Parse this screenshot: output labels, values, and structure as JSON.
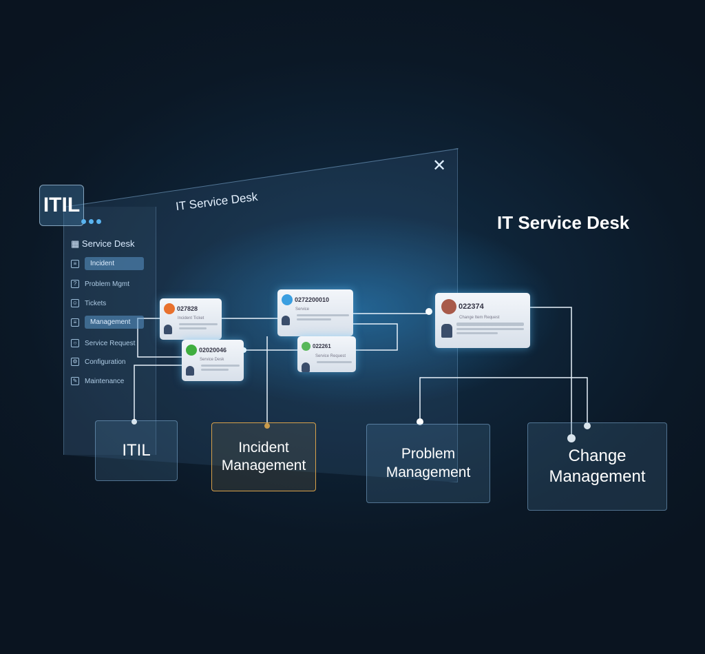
{
  "badge": "ITIL",
  "window": {
    "title": "IT Service Desk",
    "close_icon": "close-icon"
  },
  "heading": "IT Service Desk",
  "sidebar": {
    "header": "Service Desk",
    "items": [
      {
        "label": "Incident",
        "active": true
      },
      {
        "label": "Problem Mgmt",
        "active": false
      },
      {
        "label": "Tickets",
        "active": false
      },
      {
        "label": "Management",
        "active": true
      },
      {
        "label": "Service Request",
        "active": false
      },
      {
        "label": "Configuration",
        "active": false
      },
      {
        "label": "Maintenance",
        "active": false
      }
    ]
  },
  "cards": [
    {
      "id": "027828",
      "subtitle": "Incident Ticket",
      "color": "#e8712e"
    },
    {
      "id": "02020046",
      "subtitle": "Service Desk",
      "color": "#3fae3f"
    },
    {
      "id": "0272200010",
      "subtitle": "Service",
      "color": "#3a9ee0"
    },
    {
      "id": "022261",
      "subtitle": "Service Request",
      "color": "#58b85a"
    },
    {
      "id": "022374",
      "subtitle": "Change Item Request",
      "color": "#a85a4a"
    }
  ],
  "boxes": [
    {
      "label": "ITIL"
    },
    {
      "label": "Incident Management",
      "accent": "#d9a24a"
    },
    {
      "label": "Problem Management"
    },
    {
      "label": "Change Management"
    }
  ]
}
